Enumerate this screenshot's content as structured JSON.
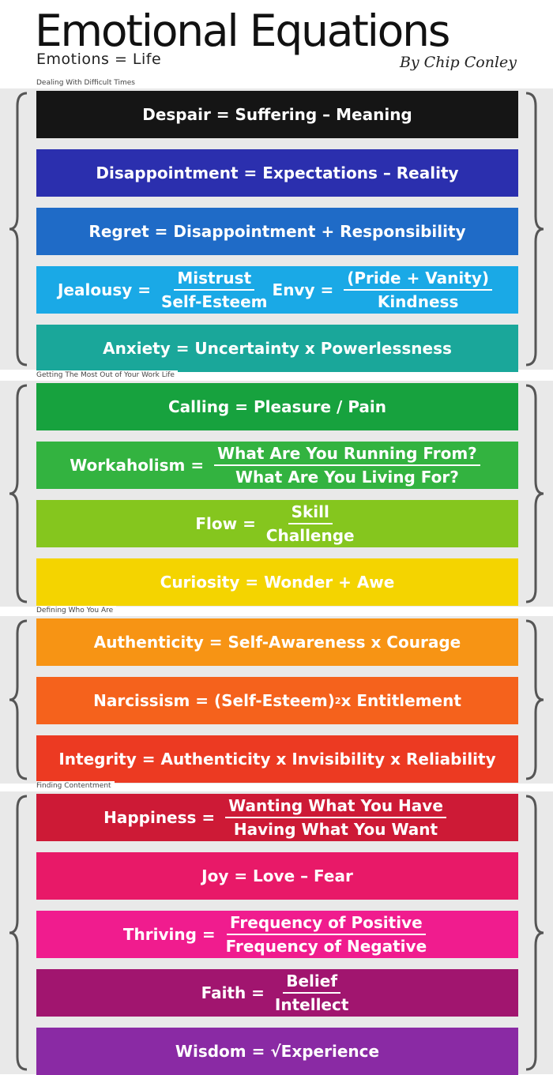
{
  "header": {
    "title": "Emotional Equations",
    "subtitle": "Emotions = Life",
    "author": "By Chip Conley"
  },
  "sections": [
    {
      "label": "Dealing With Difficult Times",
      "rows": [
        {
          "color": "#151515",
          "lhs": "Despair",
          "rhs": "Suffering – Meaning"
        },
        {
          "color": "#2b2fae",
          "lhs": "Disappointment",
          "rhs": "Expectations – Reality"
        },
        {
          "color": "#1f6bc7",
          "lhs": "Regret",
          "rhs": "Disappointment + Responsibility"
        },
        {
          "color": "#1aa9e6",
          "lhs": "Jealousy",
          "num": "Mistrust",
          "den": "Self-Esteem",
          "lhs2": "Envy",
          "num2": "(Pride + Vanity)",
          "den2": "Kindness"
        },
        {
          "color": "#1aa79a",
          "lhs": "Anxiety",
          "rhs": "Uncertainty x Powerlessness"
        }
      ]
    },
    {
      "label": "Getting The Most Out of Your Work Life",
      "rows": [
        {
          "color": "#17a23e",
          "lhs": "Calling",
          "rhs": "Pleasure / Pain"
        },
        {
          "color": "#33b340",
          "lhs": "Workaholism",
          "num": "What Are You Running From?",
          "den": "What Are You Living For?"
        },
        {
          "color": "#85c61e",
          "lhs": "Flow",
          "num": "Skill",
          "den": "Challenge"
        },
        {
          "color": "#f4d400",
          "lhs": "Curiosity",
          "rhs": "Wonder + Awe"
        }
      ]
    },
    {
      "label": "Defining Who You Are",
      "rows": [
        {
          "color": "#f79414",
          "lhs": "Authenticity",
          "rhs": "Self-Awareness x Courage"
        },
        {
          "color": "#f5621c",
          "lhs": "Narcissism",
          "rhs_a": "(Self-Esteem)",
          "sup": "2",
          "rhs_b": "x Entitlement"
        },
        {
          "color": "#ec3a22",
          "lhs": "Integrity",
          "rhs": "Authenticity x Invisibility x Reliability"
        }
      ]
    },
    {
      "label": "Finding Contentment",
      "rows": [
        {
          "color": "#cd1a36",
          "lhs": "Happiness",
          "num": "Wanting What You Have",
          "den": "Having What You Want"
        },
        {
          "color": "#e81968",
          "lhs": "Joy",
          "rhs": "Love – Fear"
        },
        {
          "color": "#f01c8e",
          "lhs": "Thriving",
          "num": "Frequency of Positive",
          "den": "Frequency of Negative"
        },
        {
          "color": "#a1156f",
          "lhs": "Faith",
          "num": "Belief",
          "den": "Intellect"
        },
        {
          "color": "#8a2aa4",
          "lhs": "Wisdom",
          "rhs": "√Experience"
        }
      ]
    }
  ]
}
